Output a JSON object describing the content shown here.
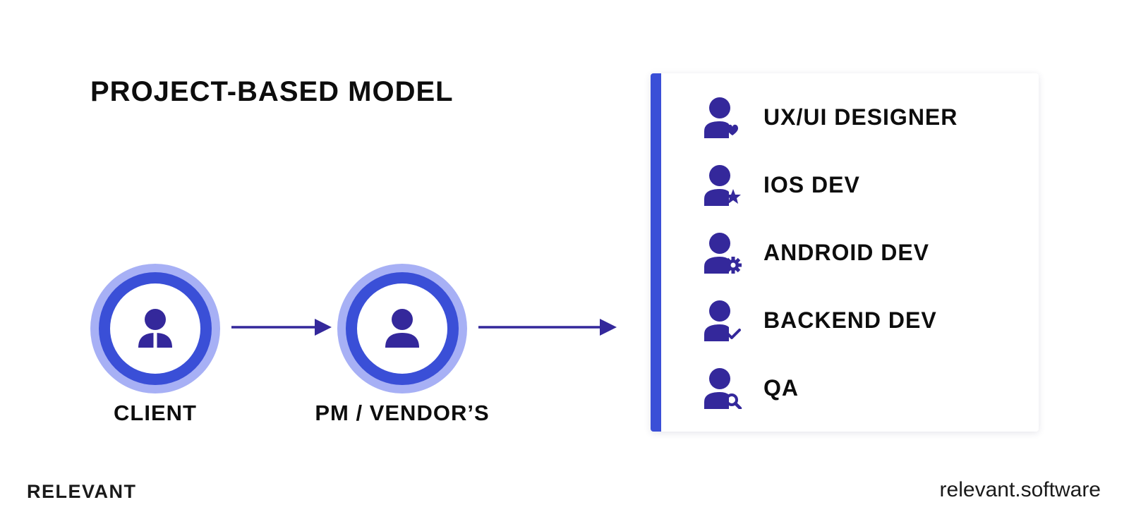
{
  "title": "PROJECT-BASED MODEL",
  "colors": {
    "accent": "#3a4fd7",
    "accent_light": "#a7b0f5",
    "icon": "#34289b"
  },
  "nodes": [
    {
      "label": "CLIENT",
      "icon": "person-tie-icon"
    },
    {
      "label": "PM / VENDOR’S",
      "icon": "person-icon"
    }
  ],
  "team": {
    "roles": [
      {
        "label": "UX/UI DESIGNER",
        "icon": "user-heart-icon"
      },
      {
        "label": "IOS DEV",
        "icon": "user-star-icon"
      },
      {
        "label": "ANDROID DEV",
        "icon": "user-gear-icon"
      },
      {
        "label": "BACKEND DEV",
        "icon": "user-check-icon"
      },
      {
        "label": "QA",
        "icon": "user-search-icon"
      }
    ]
  },
  "footer": {
    "brand": "RELEVANT",
    "site": "relevant.software"
  }
}
